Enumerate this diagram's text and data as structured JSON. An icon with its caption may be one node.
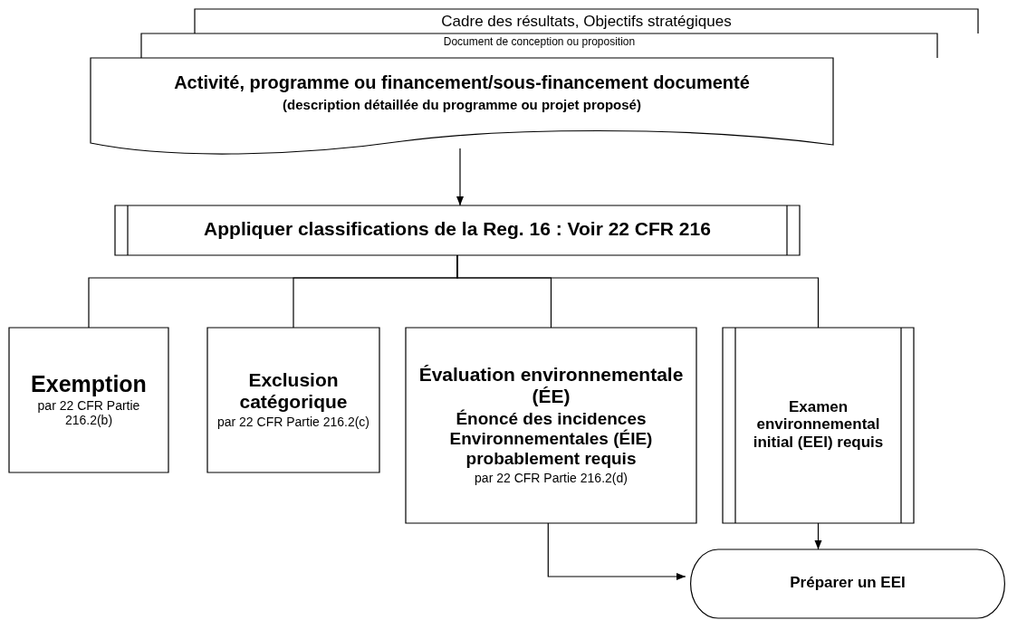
{
  "diagram": {
    "nodes": [
      {
        "text": [
          "Cadre des résultats, Objectifs stratégiques"
        ]
      },
      {
        "text": [
          "Document de conception ou proposition"
        ]
      },
      {
        "text": [
          "Activité, programme ou financement/sous-financement documenté",
          "(description détaillée du programme ou projet proposé)"
        ]
      },
      {
        "text": [
          "Appliquer classifications de la Reg. 16 : Voir 22 CFR 216"
        ]
      },
      {
        "text": [
          "Exemption",
          "par 22 CFR Partie 216.2(b)"
        ]
      },
      {
        "text": [
          "Exclusion catégorique",
          "par 22 CFR Partie 216.2(c)"
        ]
      },
      {
        "text": [
          "Évaluation environnementale (ÉE)",
          "Énoncé des incidences Environnementales (ÉIE) probablement requis",
          "par 22 CFR Partie 216.2(d)"
        ]
      },
      {
        "text": [
          "Examen environnemental initial (EEI) requis"
        ]
      },
      {
        "text": [
          "Préparer un EEI"
        ]
      }
    ],
    "edges": [
      {
        "from": 2,
        "to": 3,
        "arrow": "to"
      },
      {
        "from": 3,
        "to": 4,
        "arrow": "none"
      },
      {
        "from": 3,
        "to": 5,
        "arrow": "none"
      },
      {
        "from": 3,
        "to": 6,
        "arrow": "none"
      },
      {
        "from": 3,
        "to": 7,
        "arrow": "none"
      },
      {
        "from": 7,
        "to": 8,
        "arrow": "to"
      },
      {
        "from": 6,
        "to": 8,
        "arrow": "to"
      }
    ]
  }
}
